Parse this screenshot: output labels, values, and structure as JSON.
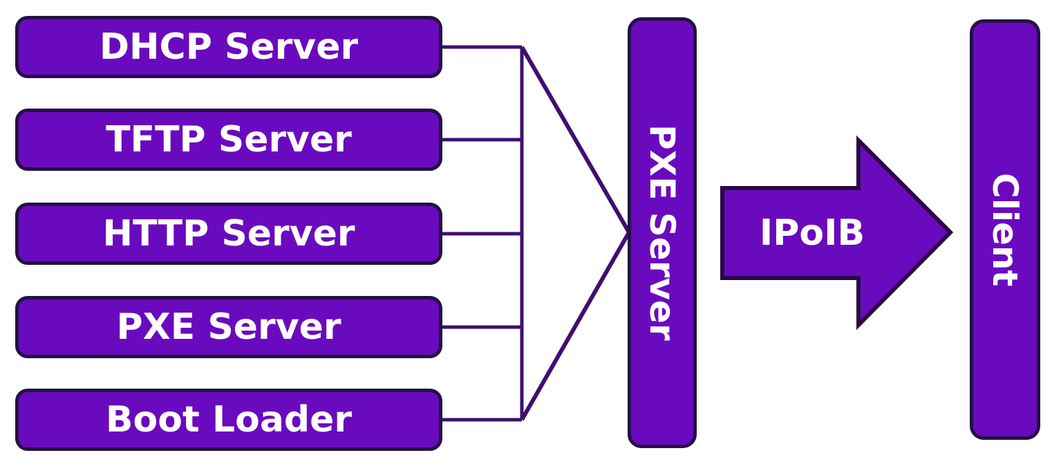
{
  "diagram": {
    "source_boxes": [
      {
        "label": "DHCP Server"
      },
      {
        "label": "TFTP Server"
      },
      {
        "label": "HTTP Server"
      },
      {
        "label": "PXE Server"
      },
      {
        "label": "Boot Loader"
      }
    ],
    "hub": {
      "label": "PXE Server"
    },
    "arrow": {
      "label": "IPoIB"
    },
    "client": {
      "label": "Client"
    }
  },
  "colors": {
    "box_fill": "#6a0abe",
    "box_border": "#241046",
    "line": "#3f0f70",
    "arrow_border": "#2a0845",
    "text": "#ffffff",
    "background": "#ffffff"
  }
}
